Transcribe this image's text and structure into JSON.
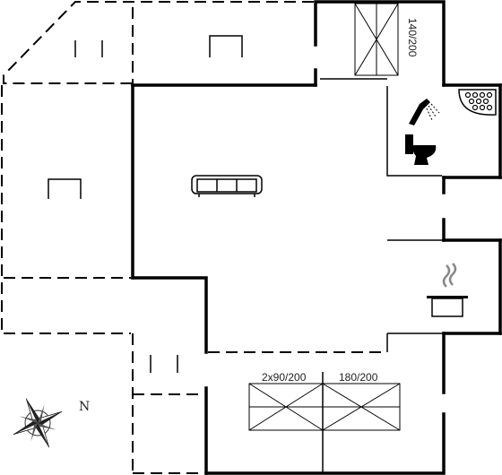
{
  "bed_labels": {
    "upper_bunk": "140/200",
    "twin_beds": "2x90/200",
    "double_bed": "180/200"
  },
  "compass": {
    "north_label": "N"
  },
  "icons": [
    "sofa-icon",
    "shower-icon",
    "toilet-icon",
    "jacuzzi-icon",
    "cooking-pot-icon",
    "compass-rose-icon",
    "table-icon",
    "chair-icon"
  ],
  "colors": {
    "wall": "#000000",
    "dashed": "#000000",
    "thin": "#333333"
  }
}
